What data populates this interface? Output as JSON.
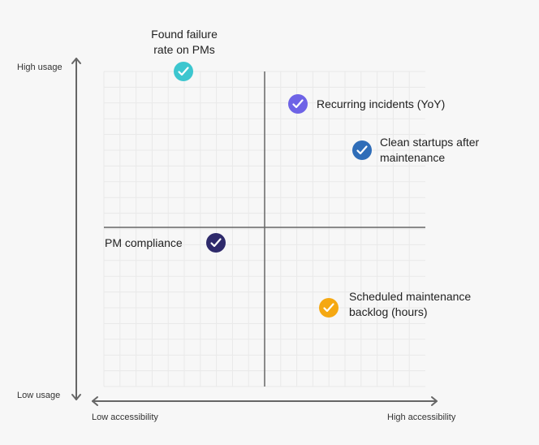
{
  "axes": {
    "y_high": "High usage",
    "y_low": "Low usage",
    "x_low": "Low accessibility",
    "x_high": "High accessibility"
  },
  "markers": [
    {
      "id": "found-failure-rate",
      "lines": [
        "Found failure",
        "rate on PMs"
      ],
      "color": "#3cc6cf",
      "icon": "check-icon"
    },
    {
      "id": "recurring-incidents",
      "lines": [
        "Recurring incidents (YoY)"
      ],
      "color": "#6e63e6",
      "icon": "check-icon"
    },
    {
      "id": "clean-startups",
      "lines": [
        "Clean startups after",
        "maintenance"
      ],
      "color": "#2f6db8",
      "icon": "check-icon"
    },
    {
      "id": "pm-compliance",
      "lines": [
        "PM compliance"
      ],
      "color": "#2e2a6b",
      "icon": "check-icon"
    },
    {
      "id": "scheduled-backlog",
      "lines": [
        "Scheduled maintenance",
        "backlog (hours)"
      ],
      "color": "#f5a812",
      "icon": "check-icon"
    }
  ]
}
